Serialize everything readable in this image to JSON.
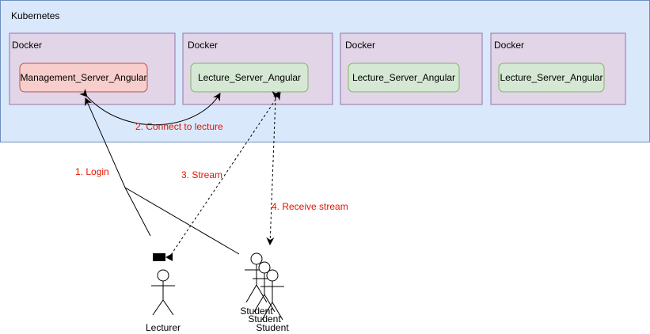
{
  "cluster": {
    "label": "Kubernetes",
    "fill": "#dae8fc",
    "stroke": "#6c8ebf"
  },
  "containers": [
    {
      "label": "Docker",
      "server": {
        "label": "Management_Server_Angular",
        "fill": "#f8cecc",
        "stroke": "#b85450"
      }
    },
    {
      "label": "Docker",
      "server": {
        "label": "Lecture_Server_Angular",
        "fill": "#d5e8d4",
        "stroke": "#82b366"
      }
    },
    {
      "label": "Docker",
      "server": {
        "label": "Lecture_Server_Angular",
        "fill": "#d5e8d4",
        "stroke": "#82b366"
      }
    },
    {
      "label": "Docker",
      "server": {
        "label": "Lecture_Server_Angular",
        "fill": "#d5e8d4",
        "stroke": "#82b366"
      }
    }
  ],
  "container_style": {
    "fill": "#e1d5e7",
    "stroke": "#9673a6"
  },
  "edges": [
    {
      "label": "1. Login"
    },
    {
      "label": "2. Connect to lecture"
    },
    {
      "label": "3. Stream"
    },
    {
      "label": "4. Receive stream"
    }
  ],
  "edge_label_color": "#e51400",
  "actors": {
    "lecturer": {
      "label": "Lecturer",
      "icon": "video-camera-icon"
    },
    "students": [
      {
        "label": "Student"
      },
      {
        "label": "Student"
      },
      {
        "label": "Student"
      }
    ]
  }
}
